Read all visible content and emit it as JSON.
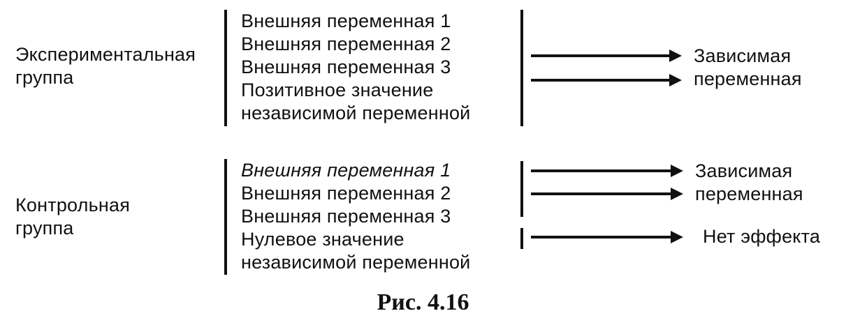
{
  "experimental": {
    "group_label_line1": "Экспериментальная",
    "group_label_line2": "группа",
    "variables": [
      "Внешняя переменная 1",
      "Внешняя переменная 2",
      "Внешняя переменная 3",
      "Позитивное значение",
      "независимой переменной"
    ],
    "result_line1": "Зависимая",
    "result_line2": "переменная"
  },
  "control": {
    "group_label_line1": "Контрольная",
    "group_label_line2": "группа",
    "variables": [
      "Внешняя переменная 1",
      "Внешняя переменная 2",
      "Внешняя переменная 3",
      "Нулевое значение",
      "независимой переменной"
    ],
    "result_line1": "Зависимая",
    "result_line2": "переменная",
    "no_effect": "Нет эффекта"
  },
  "caption": "Рис. 4.16"
}
